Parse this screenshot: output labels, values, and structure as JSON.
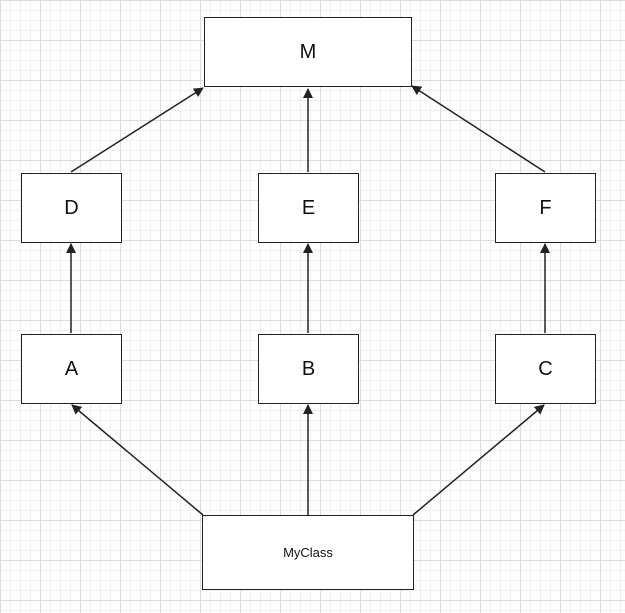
{
  "nodes": {
    "M": {
      "label": "M"
    },
    "D": {
      "label": "D"
    },
    "E": {
      "label": "E"
    },
    "F": {
      "label": "F"
    },
    "A": {
      "label": "A"
    },
    "B": {
      "label": "B"
    },
    "C": {
      "label": "C"
    },
    "MyClass": {
      "label": "MyClass"
    }
  },
  "edges": [
    {
      "from": "D",
      "to": "M"
    },
    {
      "from": "E",
      "to": "M"
    },
    {
      "from": "F",
      "to": "M"
    },
    {
      "from": "A",
      "to": "D"
    },
    {
      "from": "B",
      "to": "E"
    },
    {
      "from": "C",
      "to": "F"
    },
    {
      "from": "MyClass",
      "to": "A"
    },
    {
      "from": "MyClass",
      "to": "B"
    },
    {
      "from": "MyClass",
      "to": "C"
    }
  ],
  "colors": {
    "stroke": "#222222",
    "grid": "#dcdcdc"
  }
}
